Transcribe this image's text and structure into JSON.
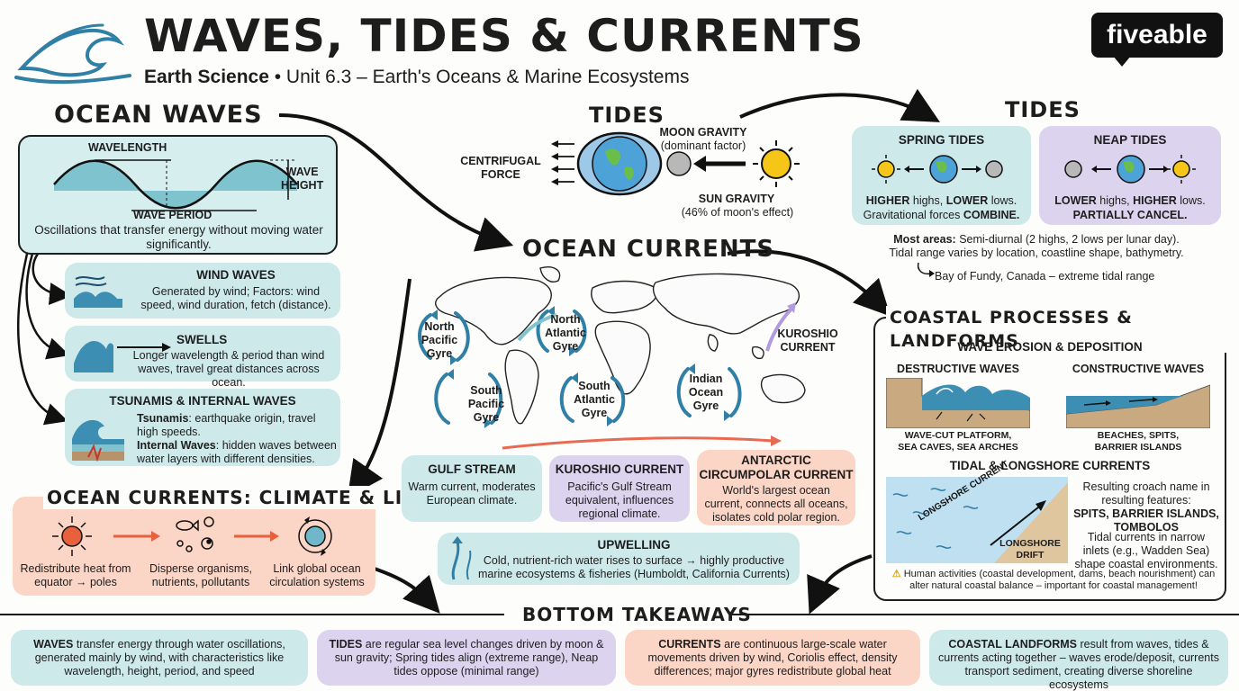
{
  "header": {
    "title": "WAVES, TIDES & CURRENTS",
    "subtitle_bold": "Earth Science",
    "subtitle_rest": " • Unit 6.3 – Earth's Oceans & Marine Ecosystems",
    "brand": "fiveable",
    "brand_prefix": "five",
    "brand_suffix": "able"
  },
  "ocean_waves": {
    "heading": "OCEAN WAVES",
    "wavelength": "WAVELENGTH",
    "wave_height": "WAVE\nHEIGHT",
    "wave_period": "WAVE PERIOD",
    "definition": "Oscillations that transfer energy without moving water significantly.",
    "wind_waves": {
      "title": "WIND WAVES",
      "text": "Generated by wind; Factors: wind speed, wind duration, fetch (distance)."
    },
    "swells": {
      "title": "SWELLS",
      "text": "Longer wavelength & period than wind waves, travel great distances across ocean."
    },
    "tsunamis": {
      "title": "TSUNAMIS & INTERNAL WAVES",
      "tsunami_label": "Tsunamis",
      "tsunami_text": ": earthquake origin, travel high speeds.",
      "internal_label": "Internal Waves",
      "internal_text": ": hidden waves between water layers with different densities."
    }
  },
  "climate_life": {
    "heading": "OCEAN CURRENTS: CLIMATE & LIFE",
    "items": [
      {
        "text": "Redistribute heat from equator → poles"
      },
      {
        "text": "Disperse organisms, nutrients, pollutants"
      },
      {
        "text": "Link global ocean circulation systems"
      }
    ]
  },
  "tides_center": {
    "heading": "TIDES",
    "centrifugal": "CENTRIFUGAL\nFORCE",
    "moon_gravity": "MOON GRAVITY",
    "moon_note": "(dominant factor)",
    "sun_gravity": "SUN GRAVITY",
    "sun_note": "(46% of moon's effect)"
  },
  "tides_right": {
    "heading": "TIDES",
    "spring": {
      "title": "SPRING TIDES",
      "line1_a": "HIGHER",
      "line1_b": " highs, ",
      "line1_c": "LOWER",
      "line1_d": " lows.",
      "line2_a": "Gravitational forces ",
      "line2_b": "COMBINE."
    },
    "neap": {
      "title": "NEAP TIDES",
      "line1_a": "LOWER",
      "line1_b": " highs, ",
      "line1_c": "HIGHER",
      "line1_d": " lows.",
      "line2_a": "PARTIALLY CANCEL."
    },
    "most_areas_label": "Most areas:",
    "most_areas_text": " Semi-diurnal (2 highs, 2 lows per lunar day).",
    "range_text": "Tidal range varies by location, coastline shape, bathymetry.",
    "fundy": "Bay of Fundy, Canada – extreme tidal range"
  },
  "ocean_currents": {
    "heading": "OCEAN CURRENTS",
    "gyres": [
      {
        "label": "North\nPacific\nGyre"
      },
      {
        "label": "North\nAtlantic\nGyre"
      },
      {
        "label": "South\nPacific\nGyre"
      },
      {
        "label": "South\nAtlantic\nGyre"
      },
      {
        "label": "Indian\nOcean\nGyre"
      }
    ],
    "kuroshio_map_label": "KUROSHIO\nCURRENT",
    "gulf_stream": {
      "title": "GULF STREAM",
      "text": "Warm current, moderates European climate."
    },
    "kuroshio": {
      "title": "KUROSHIO CURRENT",
      "text": "Pacific's Gulf Stream equivalent, influences regional climate."
    },
    "antarctic": {
      "title": "ANTARCTIC\nCIRCUMPOLAR CURRENT",
      "text": "World's largest ocean current, connects all oceans, isolates cold polar region."
    },
    "upwelling": {
      "title": "UPWELLING",
      "text": "Cold, nutrient-rich water rises to surface → highly productive marine ecosystems & fisheries (Humboldt, California Currents)"
    }
  },
  "coastal": {
    "heading": "COASTAL PROCESSES & LANDFORMS",
    "sub1": "WAVE EROSION & DEPOSITION",
    "destructive": "DESTRUCTIVE WAVES",
    "constructive": "CONSTRUCTIVE WAVES",
    "destructive_result": "WAVE-CUT PLATFORM,\nSEA CAVES, SEA ARCHES",
    "constructive_result": "BEACHES, SPITS,\nBARRIER ISLANDS",
    "sub2": "TIDAL & LONGSHORE CURRENTS",
    "longshore_current": "LONGSHORE CURRENT",
    "longshore_drift": "LONGSHORE\nDRIFT",
    "result_text": "Resulting croach name in resulting features:",
    "result_bold": "SPITS, BARRIER ISLANDS, TOMBOLOS",
    "tidal_text": "Tidal currents in narrow inlets (e.g., Wadden Sea) shape coastal environments.",
    "warning": "Human activities (coastal development, dams, beach nourishment) can alter natural coastal balance – important for coastal management!"
  },
  "takeaways": {
    "heading": "BOTTOM TAKEAWAYS",
    "items": [
      {
        "bold": "WAVES",
        "text": " transfer energy through water oscillations, generated mainly by wind, with characteristics like wavelength, height, period, and speed"
      },
      {
        "bold": "TIDES",
        "text": " are regular sea level changes driven by moon & sun gravity; Spring tides align (extreme range), Neap tides oppose (minimal range)"
      },
      {
        "bold": "CURRENTS",
        "text": " are continuous large-scale water movements driven by wind, Coriolis effect, density differences; major gyres redistribute global heat"
      },
      {
        "bold": "COASTAL LANDFORMS",
        "text": " result from waves, tides & currents acting together – waves erode/deposit, currents transport sediment, creating diverse shoreline ecosystems"
      }
    ]
  },
  "colors": {
    "teal": "#cde9ea",
    "purple": "#dcd3ef",
    "salmon": "#fbd5c6",
    "wave_blue": "#2f7fa6",
    "arrow_red": "#e86a52"
  }
}
